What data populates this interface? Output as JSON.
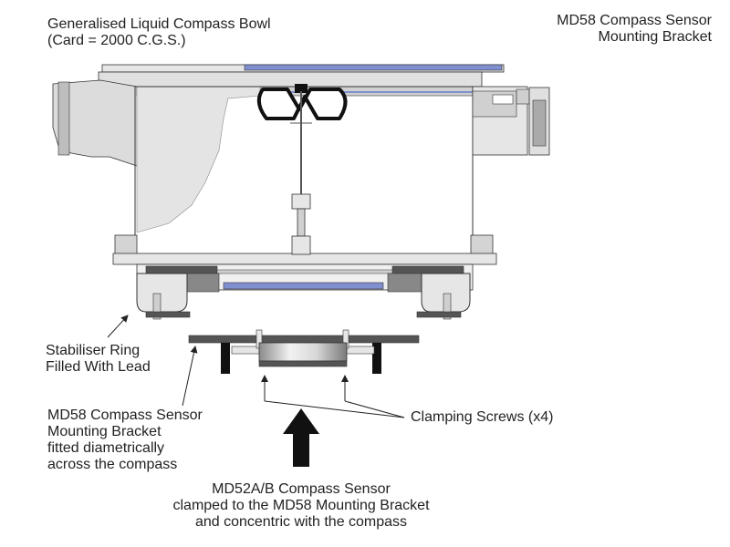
{
  "labels": {
    "bowl": {
      "line1": "Generalised Liquid Compass Bowl",
      "line2": "(Card = 2000 C.G.S.)"
    },
    "bracket_top": {
      "line1": "MD58 Compass Sensor",
      "line2": "Mounting Bracket"
    },
    "stabiliser": {
      "line1": "Stabiliser Ring",
      "line2": "Filled With Lead"
    },
    "bracket_fitted": {
      "line1": "MD58 Compass Sensor",
      "line2": "Mounting Bracket",
      "line3": "fitted diametrically",
      "line4": "across the compass"
    },
    "screws": {
      "line1": "Clamping Screws (x4)"
    },
    "sensor": {
      "line1": "MD52A/B Compass Sensor",
      "line2": "clamped to the MD58 Mounting Bracket",
      "line3": "and concentric with the compass"
    }
  },
  "colors": {
    "outline": "#333333",
    "light_fill": "#e6e6e6",
    "mid_fill": "#bdbdbd",
    "dark_fill": "#555555",
    "blue": "#7f8fd0"
  }
}
